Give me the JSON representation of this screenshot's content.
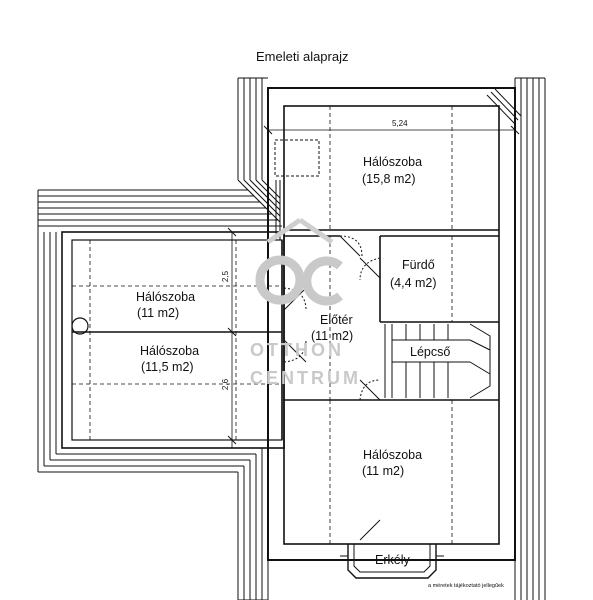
{
  "title": "Emeleti alaprajz",
  "dimensions": {
    "top_width": "5,24",
    "left_upper": "2,5",
    "left_lower": "2,6"
  },
  "rooms": {
    "bedroom_top_name": "Hálószoba",
    "bedroom_top_area": "(15,8 m2)",
    "bathroom_name": "Fürdő",
    "bathroom_area": "(4,4 m2)",
    "bedroom_left_upper_name": "Hálószoba",
    "bedroom_left_upper_area": "(11 m2)",
    "hall_name": "Előtér",
    "hall_area": "(11 m2)",
    "bedroom_left_lower_name": "Hálószoba",
    "bedroom_left_lower_area": "(11,5 m2)",
    "stairs_name": "Lépcső",
    "bedroom_bottom_name": "Hálószoba",
    "bedroom_bottom_area": "(11 m2)",
    "balcony_name": "Erkély"
  },
  "watermark": {
    "line1": "OTTHON",
    "line2": "CENTRUM"
  },
  "note": "a méretek tájékoztató jellegűek"
}
